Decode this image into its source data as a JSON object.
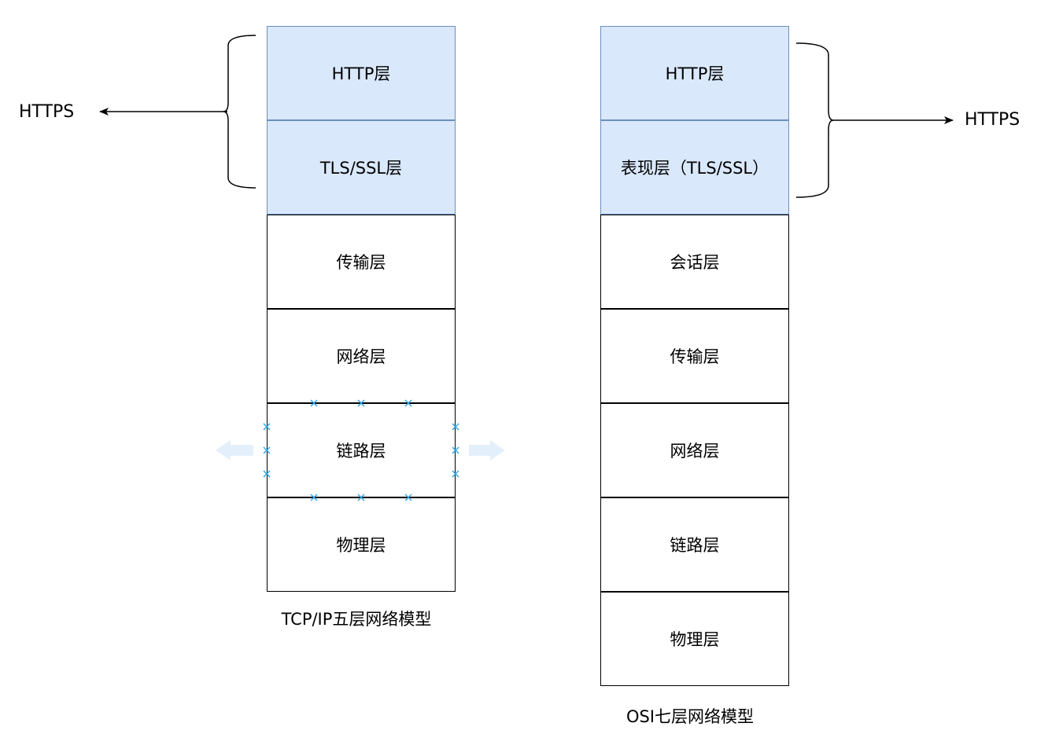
{
  "tcpip": {
    "layers": [
      {
        "label": "HTTP层",
        "highlight": true
      },
      {
        "label": "TLS/SSL层",
        "highlight": true
      },
      {
        "label": "传输层",
        "highlight": false
      },
      {
        "label": "网络层",
        "highlight": false
      },
      {
        "label": "链路层",
        "highlight": false
      },
      {
        "label": "物理层",
        "highlight": false
      }
    ],
    "caption": "TCP/IP五层网络模型",
    "https_label": "HTTPS"
  },
  "osi": {
    "layers": [
      {
        "label": "HTTP层",
        "highlight": true
      },
      {
        "label": "表现层（TLS/SSL）",
        "highlight": true
      },
      {
        "label": "会话层",
        "highlight": false
      },
      {
        "label": "传输层",
        "highlight": false
      },
      {
        "label": "网络层",
        "highlight": false
      },
      {
        "label": "链路层",
        "highlight": false
      },
      {
        "label": "物理层",
        "highlight": false
      }
    ],
    "caption": "OSI七层网络模型",
    "https_label": "HTTPS"
  },
  "colors": {
    "highlight_fill": "#dae8fc",
    "highlight_border": "#6c8ebf",
    "selection_handle": "#29a3e6",
    "hover_arrow": "#e3f0fb"
  }
}
